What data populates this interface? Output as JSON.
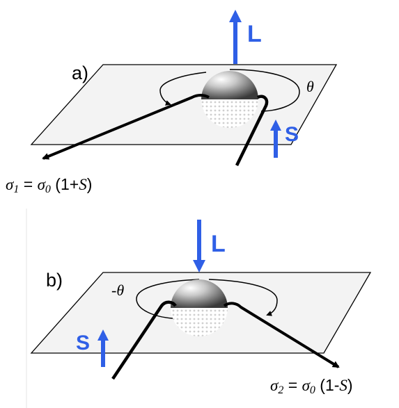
{
  "panel_a": {
    "label": "a)",
    "vector_L": "L",
    "vector_S": "S",
    "angle": "θ",
    "sigma": {
      "sym": "σ",
      "sub": "1",
      "eq": " = ",
      "sym0": "σ",
      "sub0": "0",
      "open": " (1+",
      "S": "S",
      "close": ")"
    }
  },
  "panel_b": {
    "label": "b)",
    "vector_L": "L",
    "vector_S": "S",
    "angle": "-θ",
    "sigma": {
      "sym": "σ",
      "sub": "2",
      "eq": " = ",
      "sym0": "σ",
      "sub0": "0",
      "open": " (1-",
      "S": "S",
      "close": ")"
    }
  },
  "colors": {
    "vector": "#2f5fe6",
    "plane_fill": "#f3f3f3",
    "track": "#000000"
  }
}
